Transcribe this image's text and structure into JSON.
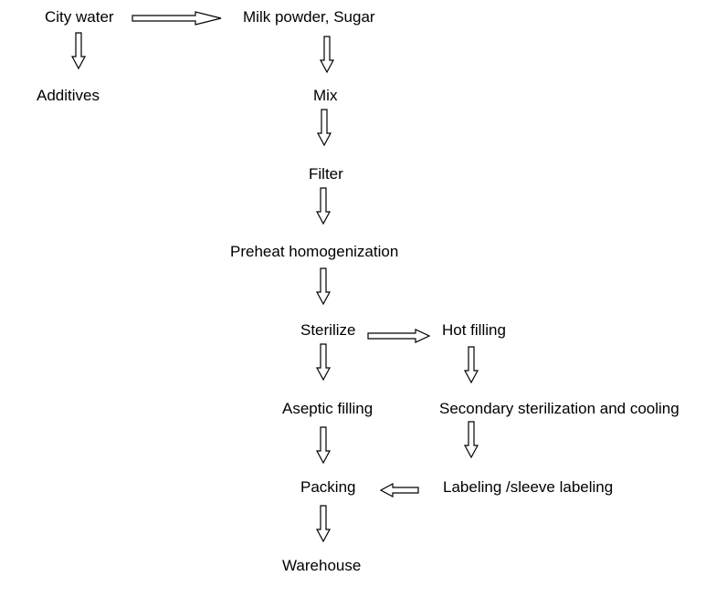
{
  "diagram": {
    "nodes": {
      "city_water": "City water",
      "milk_powder_sugar": "Milk powder, Sugar",
      "additives": "Additives",
      "mix": "Mix",
      "filter": "Filter",
      "preheat_homogenization": "Preheat homogenization",
      "sterilize": "Sterilize",
      "hot_filling": "Hot filling",
      "aseptic_filling": "Aseptic filling",
      "secondary_sterilization_cooling": "Secondary sterilization and cooling",
      "packing": "Packing",
      "labeling": "Labeling /sleeve labeling",
      "warehouse": "Warehouse"
    },
    "edges": [
      {
        "from": "city_water",
        "to": "milk_powder_sugar"
      },
      {
        "from": "city_water",
        "to": "additives"
      },
      {
        "from": "milk_powder_sugar",
        "to": "mix"
      },
      {
        "from": "mix",
        "to": "filter"
      },
      {
        "from": "filter",
        "to": "preheat_homogenization"
      },
      {
        "from": "preheat_homogenization",
        "to": "sterilize"
      },
      {
        "from": "sterilize",
        "to": "hot_filling"
      },
      {
        "from": "sterilize",
        "to": "aseptic_filling"
      },
      {
        "from": "hot_filling",
        "to": "secondary_sterilization_cooling"
      },
      {
        "from": "secondary_sterilization_cooling",
        "to": "labeling"
      },
      {
        "from": "aseptic_filling",
        "to": "packing"
      },
      {
        "from": "labeling",
        "to": "packing"
      },
      {
        "from": "packing",
        "to": "warehouse"
      }
    ]
  }
}
